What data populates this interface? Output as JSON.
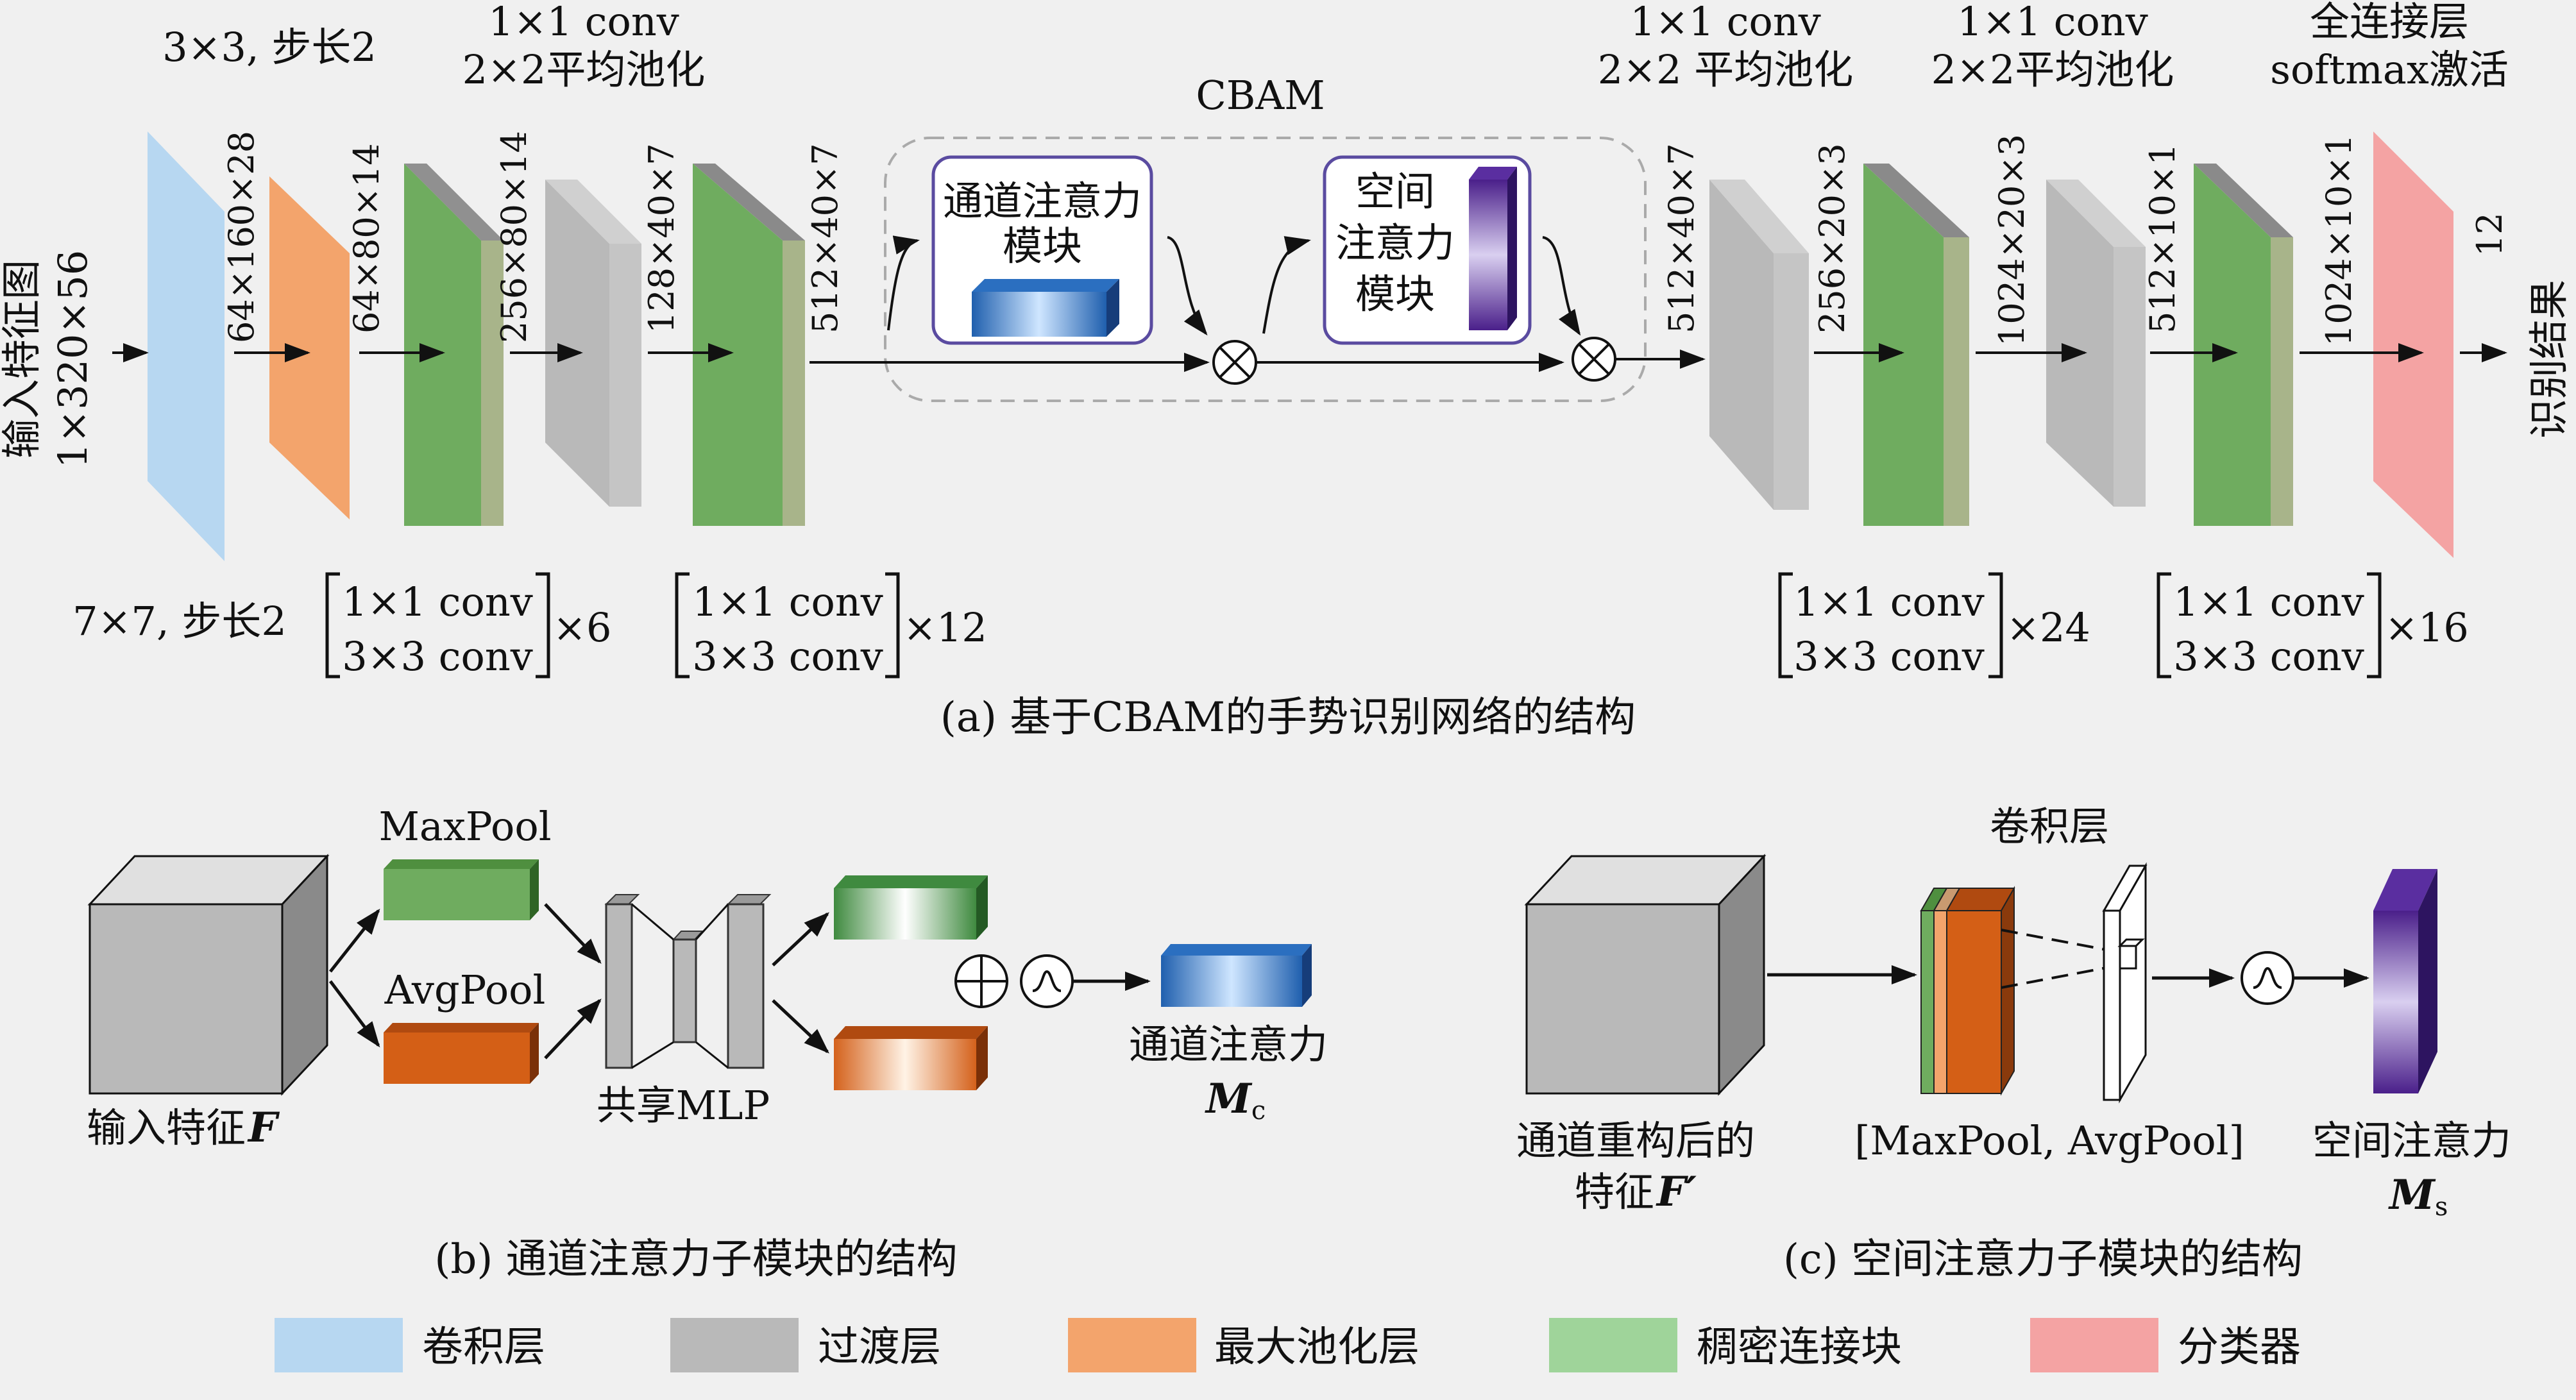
{
  "colors": {
    "conv_layer": "#b7d7f1",
    "transition_layer": "#b9b9b9",
    "maxpool_layer": "#f3a46c",
    "dense_block": "#6fac5f",
    "classifier": "#f4a3a3",
    "orange_block": "#d45f16"
  },
  "a": {
    "input_label": "输入特征图",
    "input_dim": "1×320×56",
    "top_labels": [
      "3×3, 步长2",
      "1×1 conv",
      "2×2平均池化",
      "1×1 conv",
      "2×2 平均池化",
      "1×1 conv",
      "2×2平均池化",
      "全连接层",
      "softmax激活"
    ],
    "dims": [
      "64×160×28",
      "64×80×14",
      "256×80×14",
      "128×40×7",
      "512×40×7",
      "512×40×7",
      "256×20×3",
      "1024×20×3",
      "512×10×1",
      "1024×10×1",
      "12"
    ],
    "cbam": "CBAM",
    "channel_module": [
      "通道注意力",
      "模块"
    ],
    "spatial_module": [
      "空间",
      "注意力",
      "模块"
    ],
    "output_label": "识别结果",
    "bottom_first": "7×7, 步长2",
    "conv_1x1": "1×1 conv",
    "conv_3x3": "3×3 conv",
    "repeats": [
      "×6",
      "×12",
      "×24",
      "×16"
    ],
    "caption": "(a) 基于CBAM的手势识别网络的结构"
  },
  "b": {
    "maxpool": "MaxPool",
    "avgpool": "AvgPool",
    "input_label": "输入特征",
    "input_symbol": "F",
    "mlp": "共享MLP",
    "output_label": "通道注意力",
    "output_symbol": "M",
    "output_sub": "c",
    "caption": "(b) 通道注意力子模块的结构"
  },
  "c": {
    "conv_label": "卷积层",
    "input_label_1": "通道重构后的",
    "input_label_2": "特征",
    "input_symbol": "F′",
    "pool_label": "[MaxPool, AvgPool]",
    "output_label": "空间注意力",
    "output_symbol": "M",
    "output_sub": "s",
    "caption": "(c) 空间注意力子模块的结构"
  },
  "legend": [
    {
      "label": "卷积层",
      "color": "#b7d7f1"
    },
    {
      "label": "过渡层",
      "color": "#b9b9b9"
    },
    {
      "label": "最大池化层",
      "color": "#f3a46c"
    },
    {
      "label": "稠密连接块",
      "color": "#9fd49a"
    },
    {
      "label": "分类器",
      "color": "#f4a3a3"
    }
  ]
}
